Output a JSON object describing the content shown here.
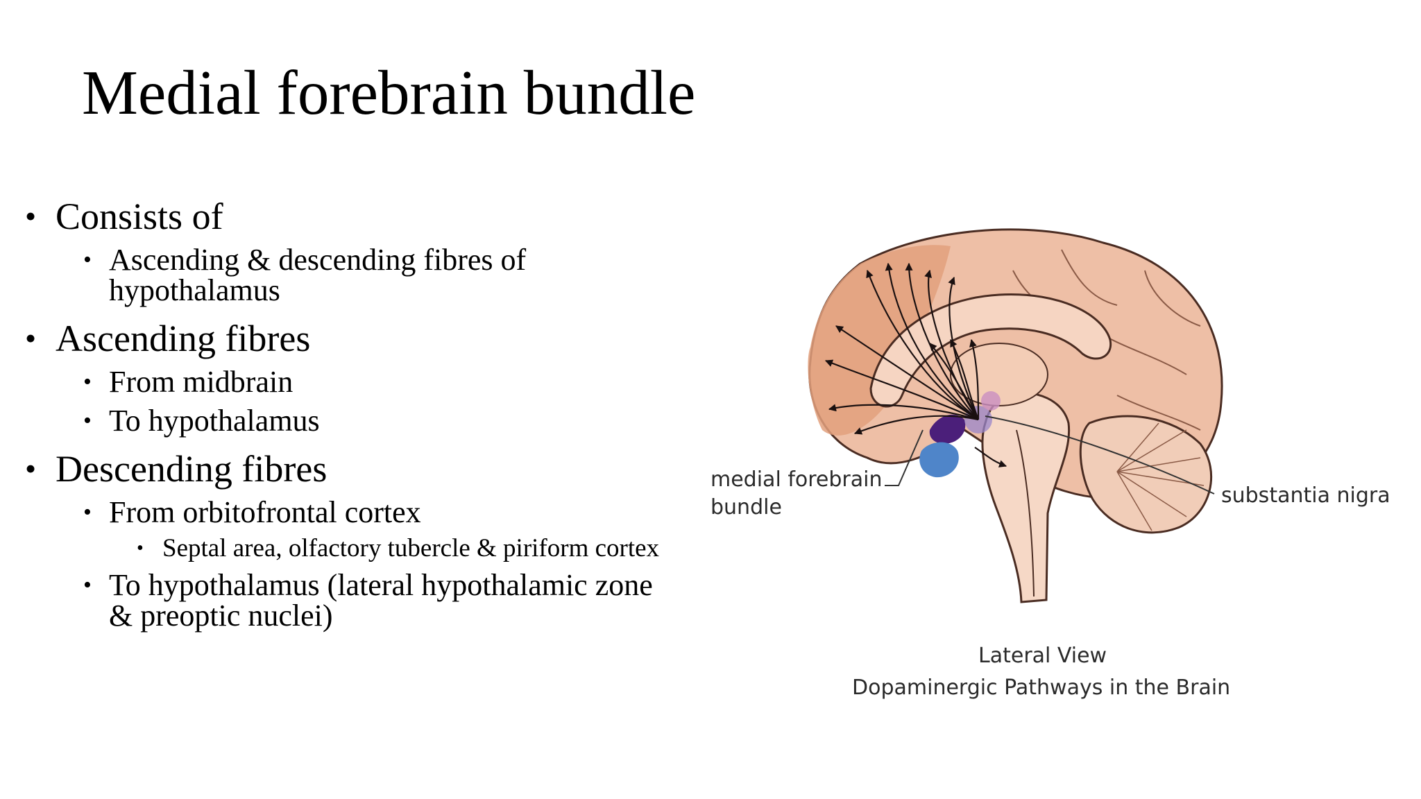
{
  "slide": {
    "title": "Medial forebrain bundle"
  },
  "bullets": {
    "consists_of": "Consists of",
    "consists_fibres": "Ascending & descending fibres of hypothalamus",
    "ascending": "Ascending fibres",
    "asc_from": "From midbrain",
    "asc_to": "To hypothalamus",
    "descending": "Descending fibres",
    "desc_from": "From orbitofrontal cortex",
    "desc_from_sub": "Septal area, olfactory tubercle & piriform cortex",
    "desc_to": "To hypothalamus (lateral hypothalamic zone & preoptic nuclei)"
  },
  "figure": {
    "label_mfb": "medial forebrain bundle",
    "label_sn": "substantia nigra",
    "caption_view": "Lateral View",
    "caption_title": "Dopaminergic Pathways in the Brain",
    "colors": {
      "brain_fill": "#eebfa6",
      "cortex_dark": "#e2a07c",
      "outline": "#4a2c22",
      "nucleus_purple": "#4b1f7a",
      "nucleus_blue": "#4f85c9",
      "nucleus_lilac": "#9a86c9"
    }
  }
}
